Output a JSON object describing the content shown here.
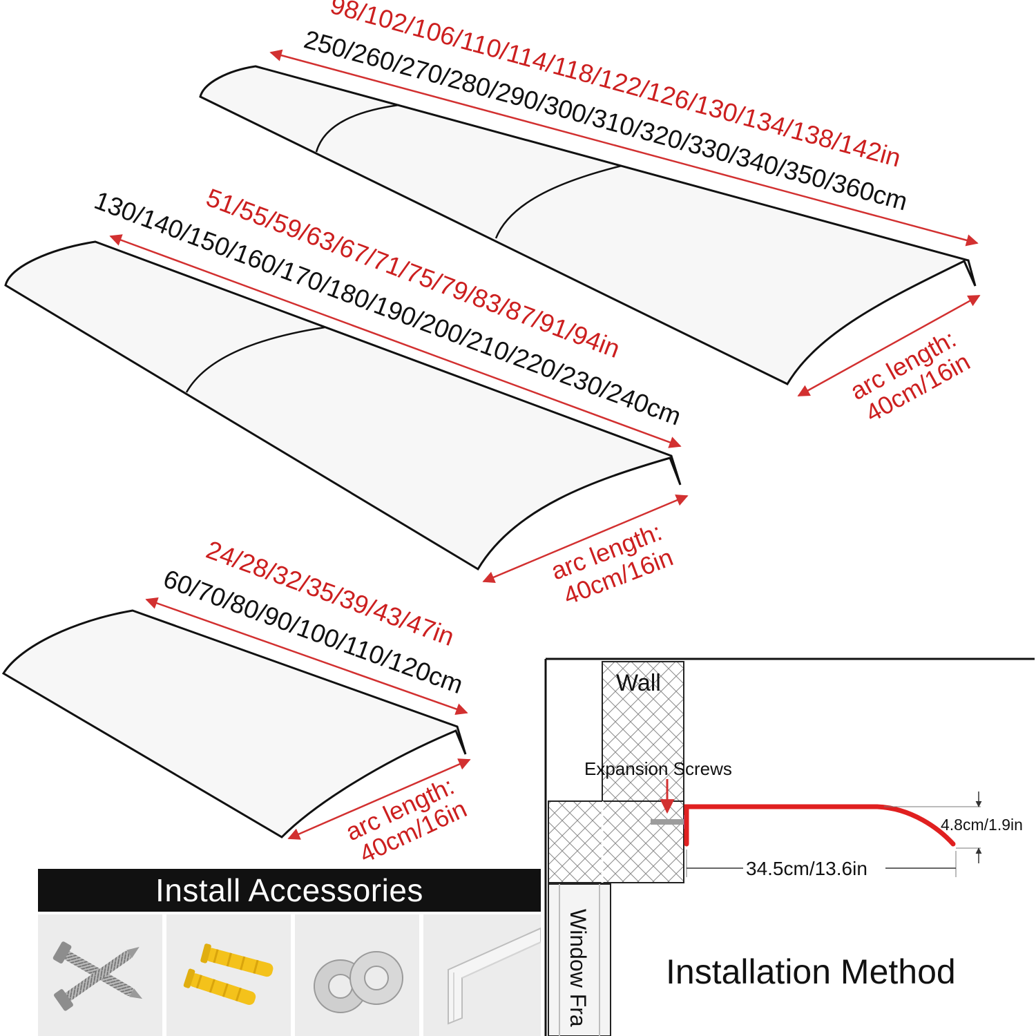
{
  "panels": {
    "large": {
      "length_in": "98/102/106/110/114/118/122/126/130/134/138/142in",
      "length_cm": "250/260/270/280/290/300/310/320/330/340/350/360cm",
      "arc_label_1": "arc length:",
      "arc_label_2": "40cm/16in"
    },
    "medium": {
      "length_in": "51/55/59/63/67/71/75/79/83/87/91/94in",
      "length_cm": "130/140/150/160/170/180/190/200/210/220/230/240cm",
      "arc_label_1": "arc length:",
      "arc_label_2": "40cm/16in"
    },
    "small": {
      "length_in": "24/28/32/35/39/43/47in",
      "length_cm": "60/70/80/90/100/110/120cm",
      "arc_label_1": "arc length:",
      "arc_label_2": "40cm/16in"
    }
  },
  "accessories": {
    "title": "Install Accessories",
    "items": [
      "screw-icon",
      "wall-plug-icon",
      "washer-icon",
      "mounting-strip-icon"
    ]
  },
  "installation": {
    "wall_label": "Wall",
    "screws_label": "Expansion Screws",
    "height_label": "4.8cm/1.9in",
    "depth_label": "34.5cm/13.6in",
    "window_label": "Window Fra",
    "title": "Installation Method"
  },
  "colors": {
    "dimension_red": "#cc1f1f",
    "canopy_red": "#e02020",
    "header_black": "#111111",
    "dowel_yellow": "#f4c21b"
  }
}
